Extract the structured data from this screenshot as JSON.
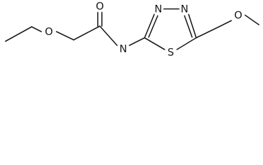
{
  "molecule": {
    "atoms": {
      "o_ether_left": "O",
      "o_carbonyl": "O",
      "n_amide": "N",
      "n_ring_left": "N",
      "n_ring_right": "N",
      "s_ring": "S",
      "o_ether_right": "O"
    }
  }
}
